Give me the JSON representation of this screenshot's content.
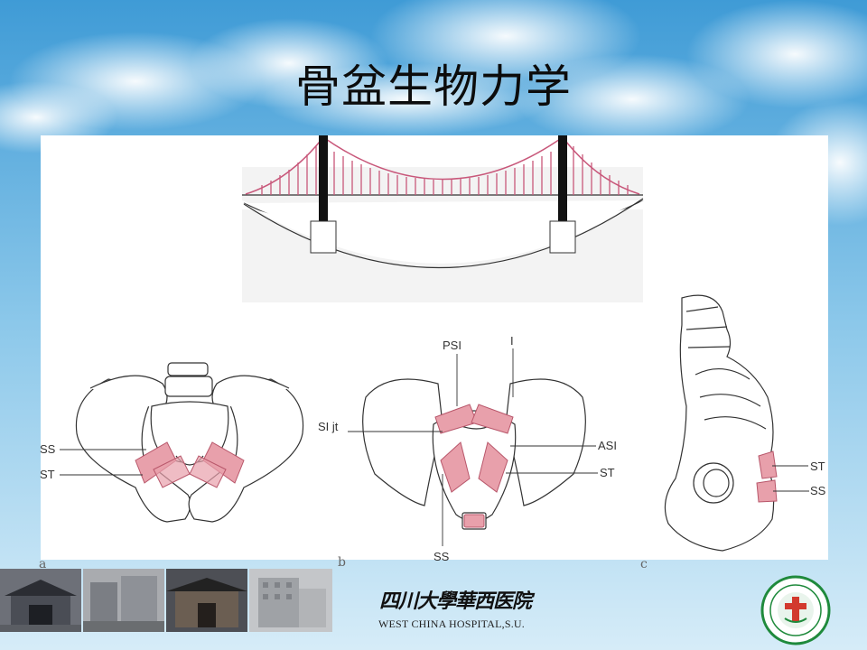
{
  "slide": {
    "title": "骨盆生物力学"
  },
  "figure": {
    "labels": {
      "a_ss": "SS",
      "a_st": "ST",
      "b_psi": "PSI",
      "b_i": "I",
      "b_sijt": "SI jt",
      "b_asi": "ASI",
      "b_st": "ST",
      "b_ss": "SS",
      "c_st": "ST",
      "c_ss": "SS"
    },
    "panel_letters": [
      "a",
      "b",
      "c"
    ]
  },
  "footer": {
    "hospital_name_cn": "四川大學華西医院",
    "hospital_name_en": "WEST CHINA HOSPITAL,S.U."
  },
  "colors": {
    "ligament": "#e8a0ab",
    "ligament_stroke": "#b8566a",
    "bridge_pink": "#c8577a",
    "seal_green": "#1f8a3c",
    "seal_red": "#d23a2e",
    "sky_top": "#4aa3d8",
    "sky_bottom": "#d9eef8"
  }
}
